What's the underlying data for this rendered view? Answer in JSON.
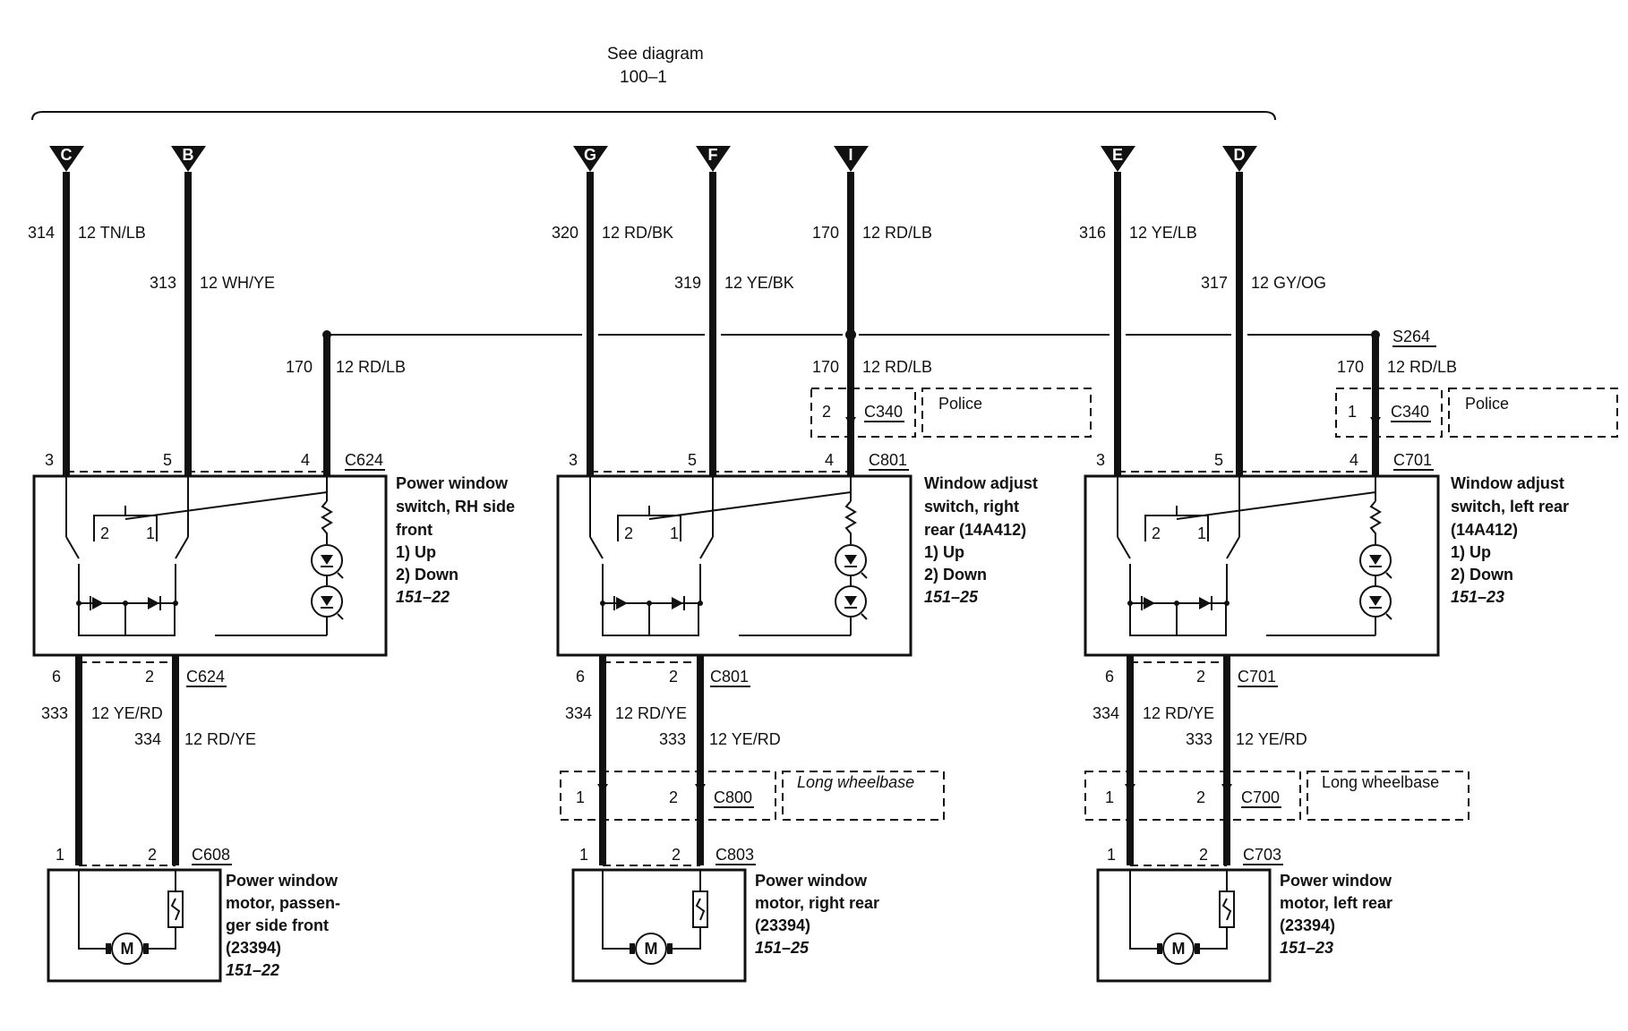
{
  "header": {
    "line1": "See diagram",
    "line2": "100–1"
  },
  "connectors": [
    "C",
    "B",
    "G",
    "F",
    "I",
    "E",
    "D"
  ],
  "splice": "S264",
  "left_group": {
    "wire_c": {
      "circuit": "314",
      "gauge_color": "12 TN/LB"
    },
    "wire_b": {
      "circuit": "313",
      "gauge_color": "12 WH/YE"
    },
    "wire_lamp": {
      "circuit": "170",
      "gauge_color": "12 RD/LB"
    },
    "switch_pins": {
      "p3": "3",
      "p5": "5",
      "p4": "4",
      "conn": "C624"
    },
    "switch_contacts": {
      "c2": "2",
      "c1": "1"
    },
    "switch_desc": {
      "l1": "Power window",
      "l2": "switch, RH side",
      "l3": "front",
      "l4": "1)  Up",
      "l5": "2)  Down",
      "ref": "151–22"
    },
    "out_pins": {
      "p6": "6",
      "p2": "2",
      "conn": "C624"
    },
    "out_wire1": {
      "circuit": "333",
      "gauge_color": "12 YE/RD"
    },
    "out_wire2": {
      "circuit": "334",
      "gauge_color": "12 RD/YE"
    },
    "motor_pins": {
      "p1": "1",
      "p2": "2",
      "conn": "C608"
    },
    "motor_symbol": "M",
    "motor_desc": {
      "l1": "Power window",
      "l2": "motor, passen-",
      "l3": "ger side front",
      "l4": "(23394)",
      "ref": "151–22"
    }
  },
  "middle_group": {
    "wire_g": {
      "circuit": "320",
      "gauge_color": "12 RD/BK"
    },
    "wire_f": {
      "circuit": "319",
      "gauge_color": "12 YE/BK"
    },
    "wire_i": {
      "circuit": "170",
      "gauge_color": "12 RD/LB"
    },
    "wire_lamp": {
      "circuit": "170",
      "gauge_color": "12 RD/LB"
    },
    "police": {
      "pin": "2",
      "conn": "C340",
      "label": "Police"
    },
    "switch_pins": {
      "p3": "3",
      "p5": "5",
      "p4": "4",
      "conn": "C801"
    },
    "switch_contacts": {
      "c2": "2",
      "c1": "1"
    },
    "switch_desc": {
      "l1": "Window adjust",
      "l2": "switch, right",
      "l3": "rear (14A412)",
      "l4": "1)  Up",
      "l5": "2)  Down",
      "ref": "151–25"
    },
    "out_pins": {
      "p6": "6",
      "p2": "2",
      "conn": "C801"
    },
    "out_wire1": {
      "circuit": "334",
      "gauge_color": "12 RD/YE"
    },
    "out_wire2": {
      "circuit": "333",
      "gauge_color": "12 YE/RD"
    },
    "lwb": {
      "p1": "1",
      "p2": "2",
      "conn": "C800",
      "label": "Long wheelbase"
    },
    "motor_pins": {
      "p1": "1",
      "p2": "2",
      "conn": "C803"
    },
    "motor_symbol": "M",
    "motor_desc": {
      "l1": "Power window",
      "l2": "motor, right rear",
      "l3": "(23394)",
      "ref": "151–25"
    }
  },
  "right_group": {
    "wire_e": {
      "circuit": "316",
      "gauge_color": "12 YE/LB"
    },
    "wire_d": {
      "circuit": "317",
      "gauge_color": "12 GY/OG"
    },
    "wire_lamp": {
      "circuit": "170",
      "gauge_color": "12 RD/LB"
    },
    "police": {
      "pin": "1",
      "conn": "C340",
      "label": "Police"
    },
    "switch_pins": {
      "p3": "3",
      "p5": "5",
      "p4": "4",
      "conn": "C701"
    },
    "switch_contacts": {
      "c2": "2",
      "c1": "1"
    },
    "switch_desc": {
      "l1": "Window adjust",
      "l2": "switch, left rear",
      "l3": "(14A412)",
      "l4": "1)  Up",
      "l5": "2)  Down",
      "ref": "151–23"
    },
    "out_pins": {
      "p6": "6",
      "p2": "2",
      "conn": "C701"
    },
    "out_wire1": {
      "circuit": "334",
      "gauge_color": "12 RD/YE"
    },
    "out_wire2": {
      "circuit": "333",
      "gauge_color": "12 YE/RD"
    },
    "lwb": {
      "p1": "1",
      "p2": "2",
      "conn": "C700",
      "label": "Long wheelbase"
    },
    "motor_pins": {
      "p1": "1",
      "p2": "2",
      "conn": "C703"
    },
    "motor_symbol": "M",
    "motor_desc": {
      "l1": "Power window",
      "l2": "motor, left rear",
      "l3": "(23394)",
      "ref": "151–23"
    }
  }
}
